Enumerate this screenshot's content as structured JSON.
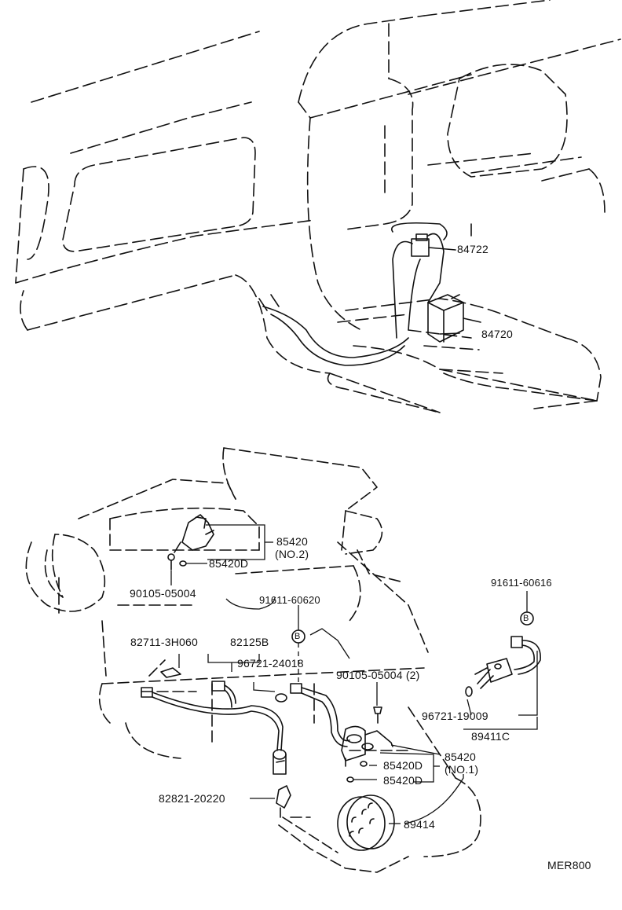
{
  "diagram": {
    "colors": {
      "line": "#111111",
      "background": "#ffffff"
    },
    "part_labels": {
      "p84722": "84722",
      "p84720": "84720",
      "p85420_top": "85420",
      "p85420_top_note": "(NO.2)",
      "p85420D_top": "85420D",
      "p90105_top": "90105-05004",
      "p91611_60620": "91611-60620",
      "p91611_60616": "91611-60616",
      "p82711": "82711-3H060",
      "p82125B": "82125B",
      "p96721_24018": "96721-24018",
      "p90105_mid": "90105-05004 (2)",
      "p96721_19009": "96721-19009",
      "p89411C": "89411C",
      "p85420_low": "85420",
      "p85420_low_note": "(NO.1)",
      "p85420D_low1": "85420D",
      "p85420D_low2": "85420D",
      "p82821": "82821-20220",
      "p89414": "89414",
      "marker_b1": "B",
      "marker_b2": "B"
    },
    "code": "MER800"
  }
}
